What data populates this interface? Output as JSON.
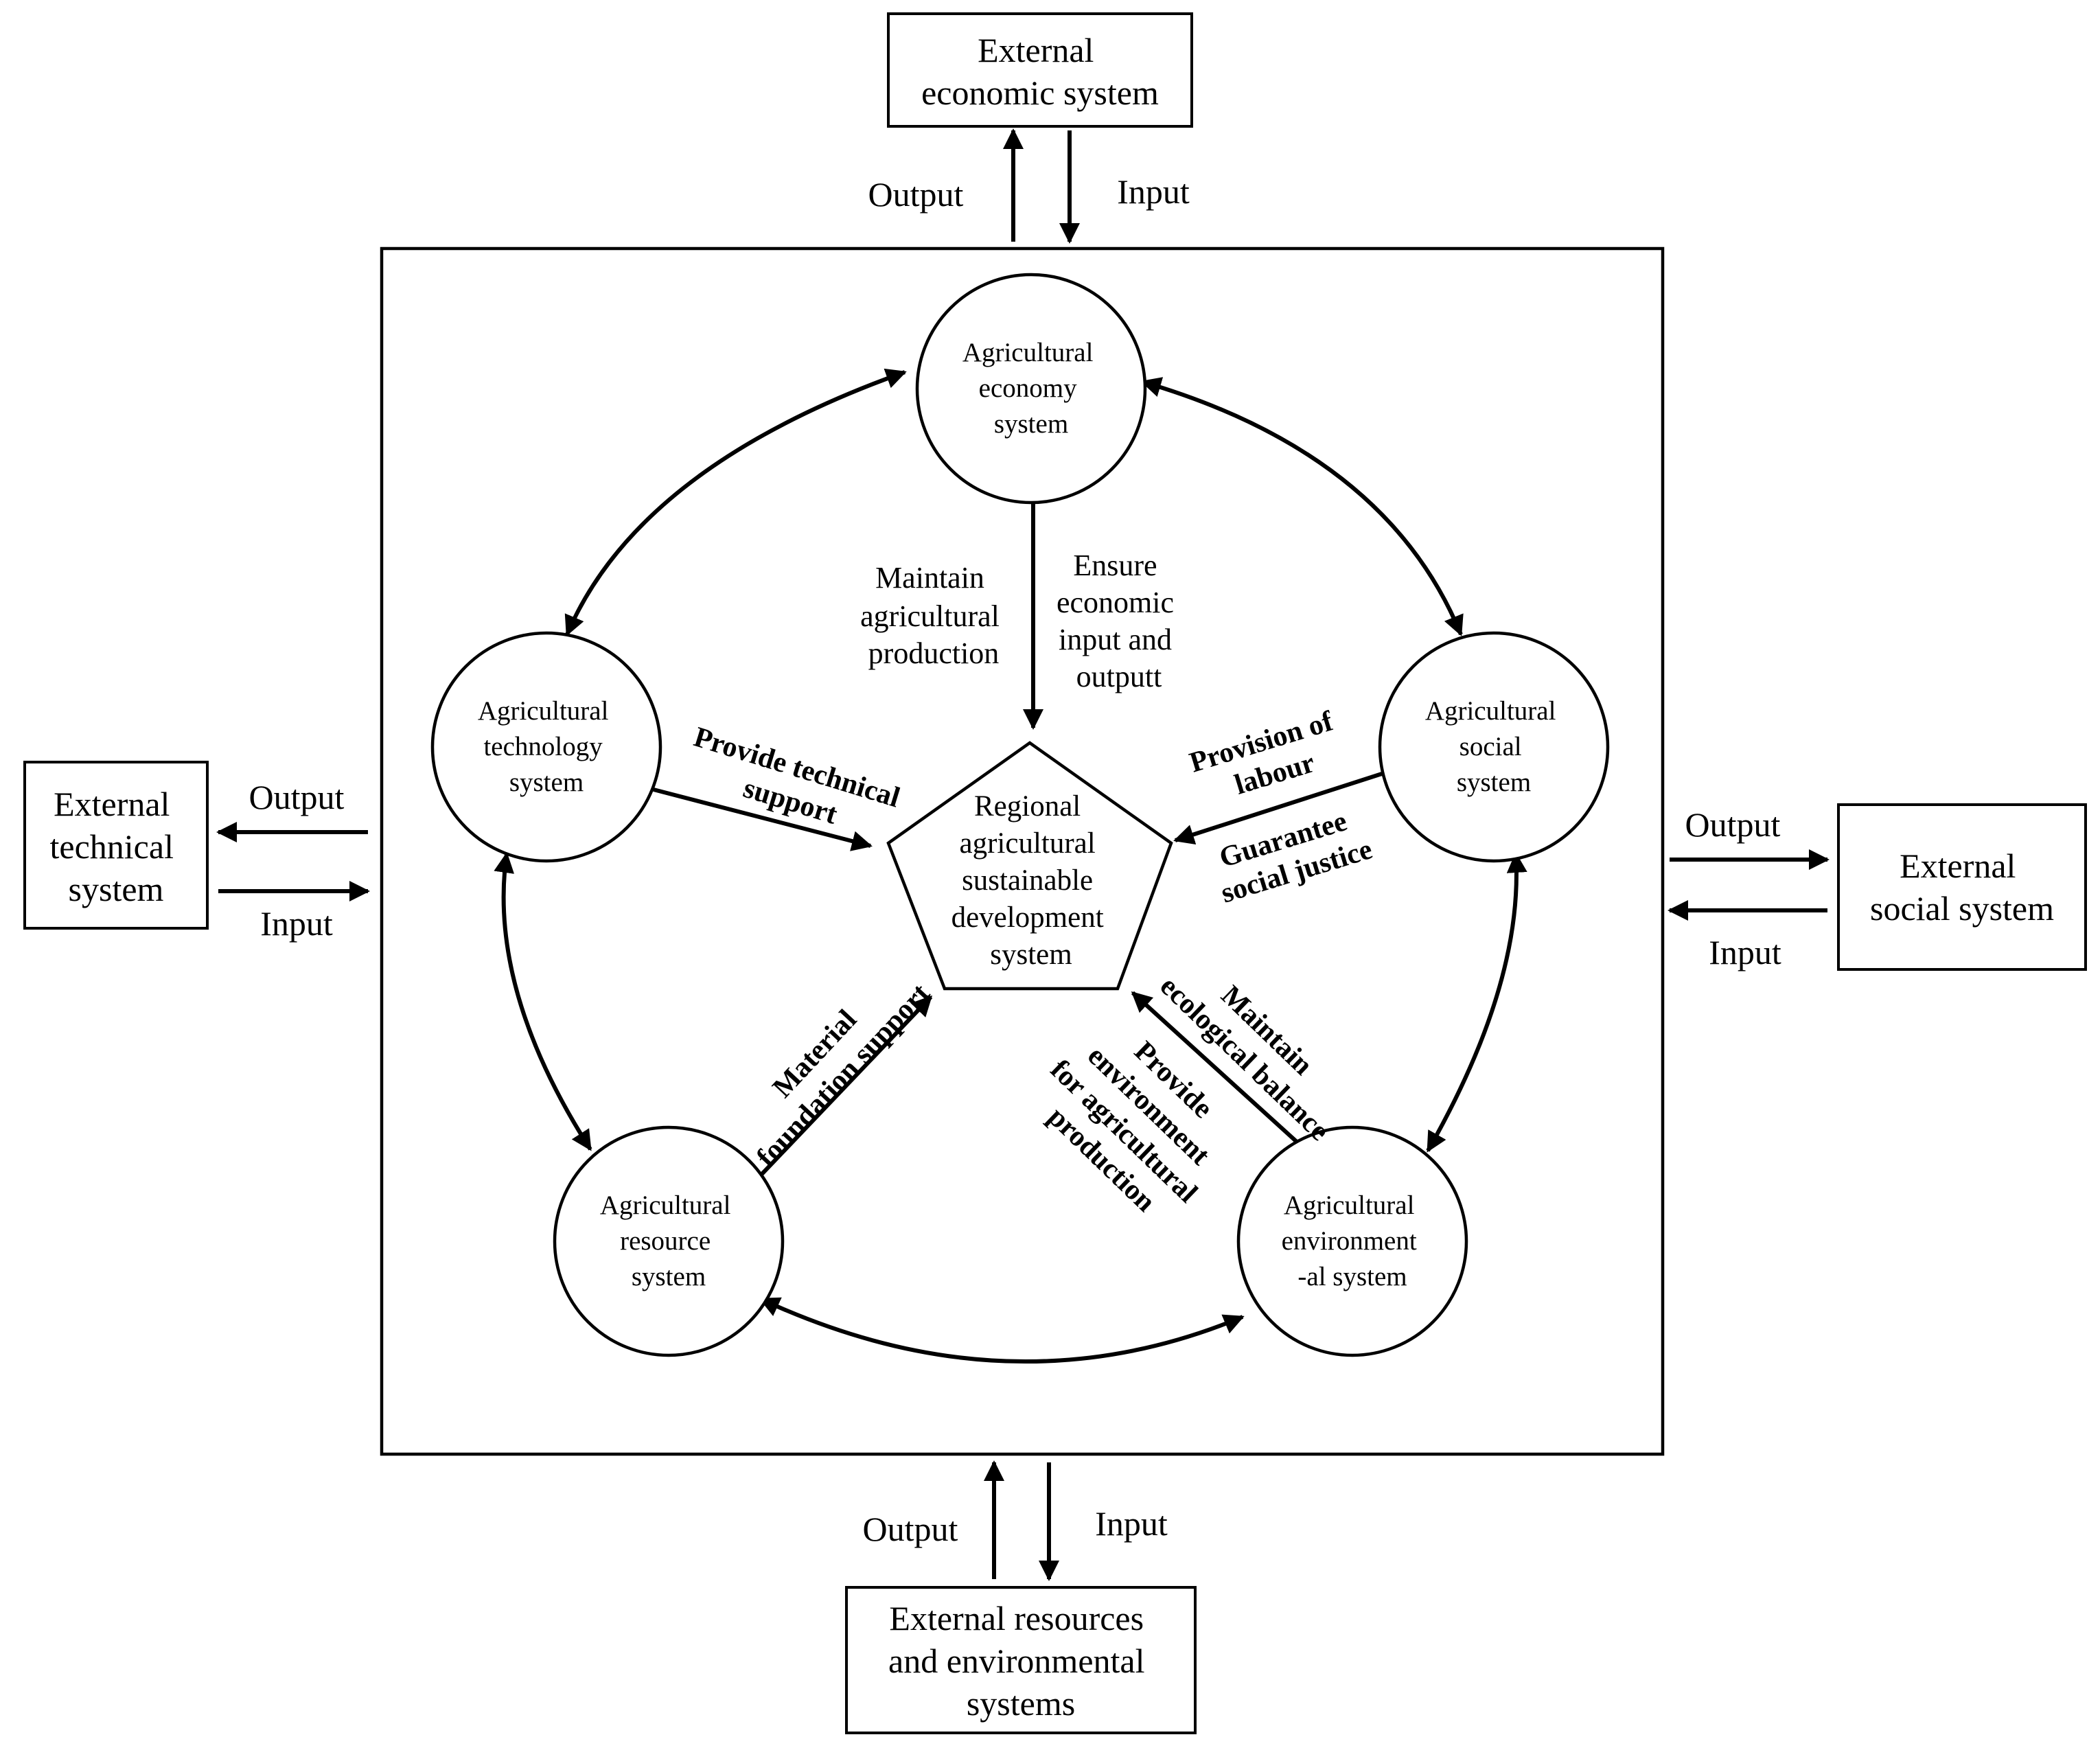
{
  "external": {
    "economic": [
      "External",
      "economic system"
    ],
    "technical": [
      "External",
      "technical",
      "system"
    ],
    "social": [
      "External",
      "social system"
    ],
    "resources": [
      "External resources",
      "and environmental",
      "systems"
    ]
  },
  "io": {
    "output": "Output",
    "input": "Input"
  },
  "nodes": {
    "economy": [
      "Agricultural",
      "economy",
      "system"
    ],
    "technology": [
      "Agricultural",
      "technology",
      "system"
    ],
    "social": [
      "Agricultural",
      "social",
      "system"
    ],
    "resource": [
      "Agricultural",
      "resource",
      "system"
    ],
    "environmental": [
      "Agricultural",
      "environment",
      "-al system"
    ]
  },
  "center": [
    "Regional",
    "agricultural",
    "sustainable",
    "development",
    "system"
  ],
  "relations": {
    "maintain_production": [
      "Maintain",
      "agricultural",
      "production"
    ],
    "ensure_economic": [
      "Ensure",
      "economic",
      "input and",
      "outputt"
    ],
    "technical_support": [
      "Provide technical",
      "support"
    ],
    "provision_labour": [
      "Provision of",
      "labour"
    ],
    "guarantee_justice": [
      "Guarantee",
      "social justice"
    ],
    "material_foundation": [
      "Material",
      "foundation support"
    ],
    "maintain_ecological": [
      "Maintain",
      "ecological balance"
    ],
    "provide_environment": [
      "Provide",
      "environment",
      "for agricultural",
      "production"
    ]
  }
}
